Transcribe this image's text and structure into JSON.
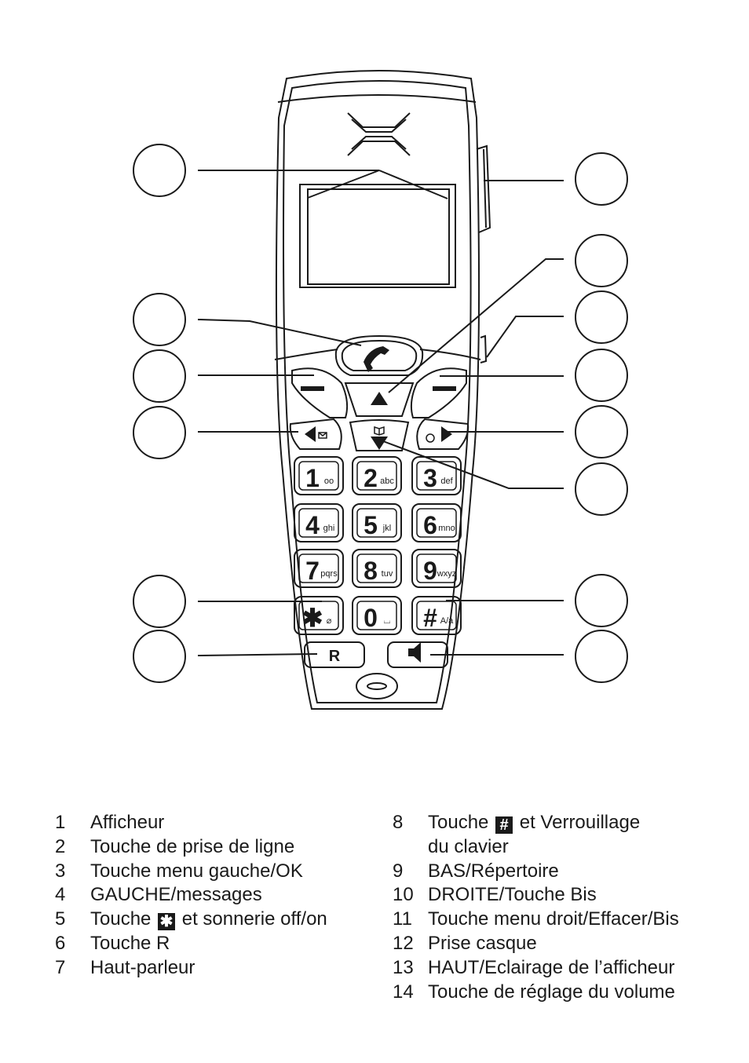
{
  "legend": {
    "left": [
      {
        "num": "1",
        "text": "Afficheur"
      },
      {
        "num": "2",
        "text": "Touche de prise de ligne"
      },
      {
        "num": "3",
        "text": "Touche menu gauche/OK"
      },
      {
        "num": "4",
        "text": "GAUCHE/messages"
      },
      {
        "num": "5",
        "text_before": "Touche",
        "symbol": "✱",
        "text_after": "et sonnerie off/on"
      },
      {
        "num": "6",
        "text": "Touche R"
      },
      {
        "num": "7",
        "text": "Haut-parleur"
      }
    ],
    "right": [
      {
        "num": "8",
        "text_before": "Touche",
        "symbol": "#",
        "text_after": "et Verrouillage",
        "line2": "du clavier"
      },
      {
        "num": "9",
        "text": "BAS/Répertoire"
      },
      {
        "num": "10",
        "text": "DROITE/Touche Bis"
      },
      {
        "num": "11",
        "text": "Touche menu droit/Effacer/Bis"
      },
      {
        "num": "12",
        "text": "Prise casque"
      },
      {
        "num": "13",
        "text": "HAUT/Eclairage de l’afficheur"
      },
      {
        "num": "14",
        "text": "Touche de réglage du volume"
      }
    ]
  },
  "keys": [
    {
      "digit": "1",
      "letters": "oo"
    },
    {
      "digit": "2",
      "letters": "abc"
    },
    {
      "digit": "3",
      "letters": "def"
    },
    {
      "digit": "4",
      "letters": "ghi"
    },
    {
      "digit": "5",
      "letters": "jkl"
    },
    {
      "digit": "6",
      "letters": "mno"
    },
    {
      "digit": "7",
      "letters": "pqrs"
    },
    {
      "digit": "8",
      "letters": "tuv"
    },
    {
      "digit": "9",
      "letters": "wxyz"
    },
    {
      "digit": "✱",
      "letters": "⌀"
    },
    {
      "digit": "0",
      "letters": "⌴"
    },
    {
      "digit": "#",
      "letters": "A/a"
    }
  ],
  "r_key": "R"
}
